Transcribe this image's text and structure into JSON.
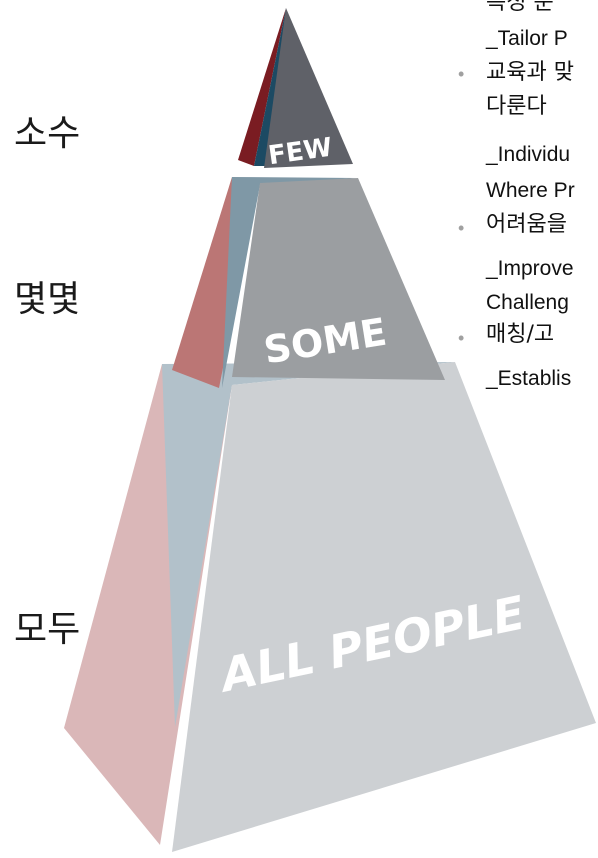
{
  "pyramid": {
    "tiers": [
      {
        "id": "few",
        "label": "FEW",
        "row_label": "소수"
      },
      {
        "id": "some",
        "label": "SOME",
        "row_label": "몇몇"
      },
      {
        "id": "all",
        "label": "ALL PEOPLE",
        "row_label": "모두"
      }
    ],
    "colors": {
      "top_face": "#5f6168",
      "top_left_dark": "#7a1c22",
      "top_left_navy": "#1c4a63",
      "mid_face": "#9b9ea1",
      "mid_left": "#bb7675",
      "mid_edge": "#7f98a6",
      "base_face": "#cdd0d3",
      "base_left": "#dab7b8",
      "base_edge": "#b2c1ca"
    }
  },
  "bullets": {
    "items": [
      {
        "lines": [
          "특정 문",
          "_Tailor P"
        ]
      },
      {
        "lines": [
          "교육과 맞",
          "다룬다",
          "_Individu",
          "Where Pr"
        ]
      },
      {
        "lines": [
          "어려움을",
          "_Improve",
          "Challeng"
        ]
      },
      {
        "lines": [
          "매칭/고",
          "_Establis"
        ]
      }
    ]
  }
}
